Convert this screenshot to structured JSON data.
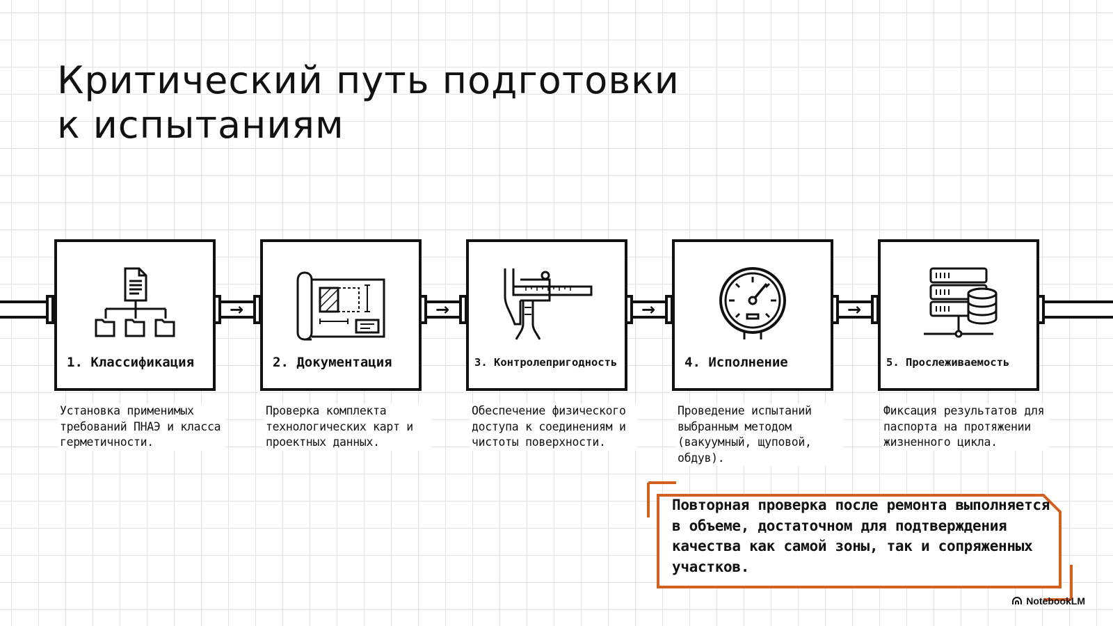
{
  "title": {
    "line1": "Критический путь подготовки",
    "line2": "к испытаниям"
  },
  "stages": [
    {
      "label": "1. Классификация",
      "icon": "document-hierarchy-icon",
      "description": "Установка применимых требований ПНАЭ и класса герметичности."
    },
    {
      "label": "2. Документация",
      "icon": "blueprint-icon",
      "description": "Проверка комплекта технологических карт и проектных данных."
    },
    {
      "label": "3. Контролепригодность",
      "icon": "caliper-icon",
      "description": "Обеспечение физического доступа к соединениям и чистоты поверхности."
    },
    {
      "label": "4. Исполнение",
      "icon": "pressure-gauge-icon",
      "description": "Проведение испытаний выбранным методом (вакуумный, щуповой, обдув)."
    },
    {
      "label": "5. Прослеживаемость",
      "icon": "server-database-icon",
      "description": "Фиксация результатов для паспорта на протяжении жизненного цикла."
    }
  ],
  "arrow_glyph": "→",
  "callout": {
    "text": "Повторная проверка после ремонта выполняется в объеме, достаточном для подтверждения качества как самой зоны, так и сопряженных участков.",
    "border_color": "#d2611f"
  },
  "brand": {
    "name": "NotebookLM"
  }
}
